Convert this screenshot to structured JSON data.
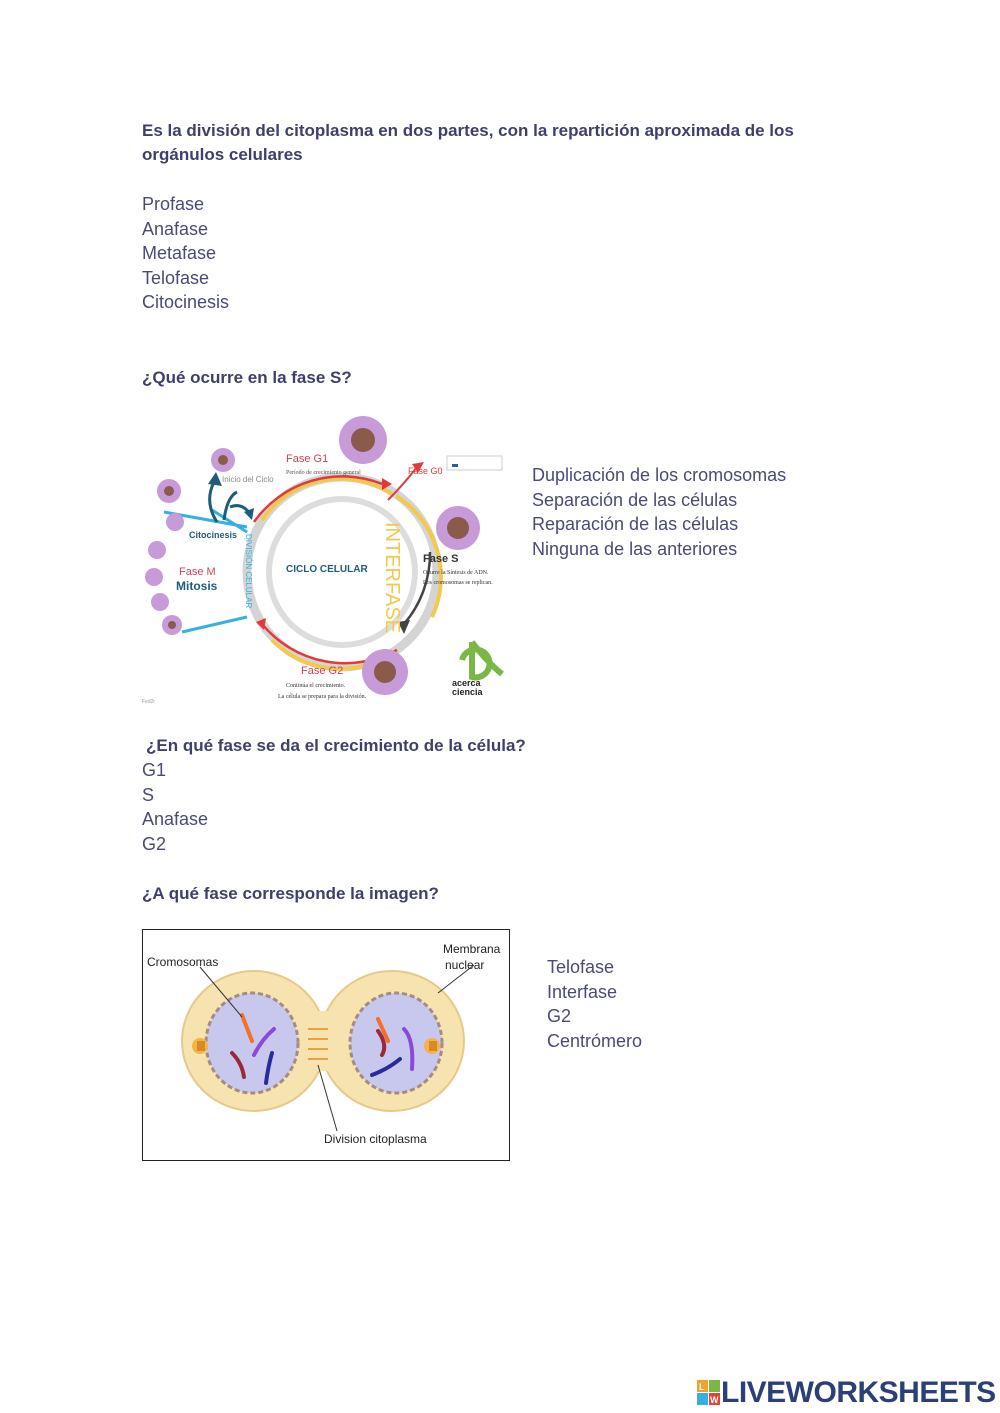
{
  "q1": {
    "question": "Es la división del citoplasma en dos partes, con la repartición aproximada de los orgánulos celulares",
    "options": [
      "Profase",
      "Anafase",
      "Metafase",
      "Telofase",
      "Citocinesis"
    ]
  },
  "q2": {
    "question": "¿Qué ocurre en la fase S?",
    "options": [
      "Duplicación de los cromosomas",
      "Separación de las células",
      "Reparación de las células",
      "Ninguna de las anteriores"
    ],
    "figure": {
      "fase_g1": "Fase G1",
      "fase_g1_desc": "Período de crecimiento general",
      "fase_g0": "Fase G0",
      "inicio": "Inicio del Ciclo",
      "citocinesis": "Citocinesis",
      "division": "DIVISIÓN CELULAR",
      "interfase": "INTERFASE",
      "center": "CICLO CELULAR",
      "fase_m": "Fase M",
      "mitosis": "Mitosis",
      "fase_s": "Fase S",
      "fase_s_desc1": "Ocurre la Síntesis de ADN.",
      "fase_s_desc2": "Los cromosomas se replican.",
      "fase_g2": "Fase G2",
      "fase_g2_desc1": "Continúa el crecimiento.",
      "fase_g2_desc2": "La célula se prepara para la división.",
      "logo_letter": "a",
      "logo_line1": "acerca",
      "logo_line2": "ciencia",
      "corner": "Fed2r"
    }
  },
  "q3": {
    "question": "¿En qué fase se da el crecimiento de la célula?",
    "options": [
      "G1",
      "S",
      "Anafase",
      "G2"
    ]
  },
  "q4": {
    "question": "¿A qué fase corresponde la imagen?",
    "options": [
      "Telofase",
      "Interfase",
      "G2",
      "Centrómero"
    ],
    "figure": {
      "label_cromosomas": "Cromosomas",
      "label_membrana1": "Membrana",
      "label_membrana2": "nuclear",
      "label_division": "Division citoplasma"
    }
  },
  "footer": {
    "brand": "LIVEWORKSHEETS",
    "tile_letters": [
      "L",
      "W"
    ]
  },
  "colors": {
    "text": "#3f3f6e",
    "brand": "#2c3f77"
  }
}
